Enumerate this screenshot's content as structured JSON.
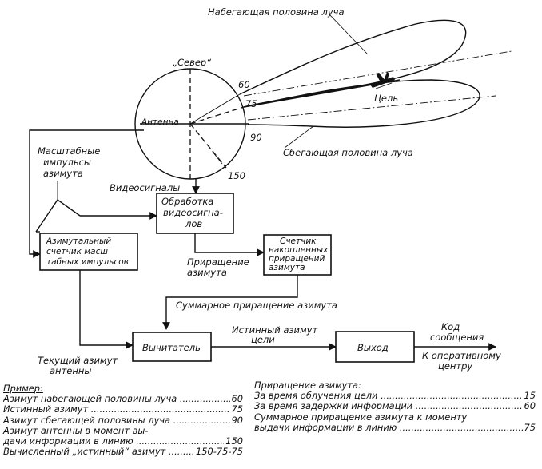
{
  "diagram": {
    "top_beam_label": "Набегающая половина луча",
    "bottom_beam_label": "Сбегающая половина луча",
    "north_label": "„Север“",
    "antenna_label": "Антенна",
    "target_label": "Цель",
    "angle_60": "60",
    "angle_75": "75",
    "angle_90": "90",
    "angle_150": "150",
    "scale_pulses_label": [
      "Масштабные",
      "импульсы",
      "азимута"
    ],
    "video_signals_label": "Видеосигналы",
    "video_processing_box": [
      "Обработка",
      "видеосигна-",
      "лов"
    ],
    "azimuth_counter_box": [
      "Азимутальный",
      "счетчик масш",
      "табных импульсов"
    ],
    "increment_counter_box": [
      "Счетчик",
      "накопленных",
      "приращений",
      "азимута"
    ],
    "azimuth_increment_label": [
      "Приращение",
      "азимута"
    ],
    "total_increment_label": "Суммарное приращение азимута",
    "subtractor_box": "Вычитатель",
    "output_box": "Выход",
    "true_azimuth_label": [
      "Истинный азимут",
      "цели"
    ],
    "current_azimuth_label": [
      "Текущий азимут",
      "антенны"
    ],
    "message_code_label": [
      "Код",
      "сообщения"
    ],
    "to_center_label": [
      "К оперативному",
      "центру"
    ]
  },
  "example": {
    "heading": "Пример:",
    "rows": [
      {
        "text": "Азимут набегающей половины луча",
        "value": "60"
      },
      {
        "text": "Истинный азимут",
        "value": "75"
      },
      {
        "text": "Азимут сбегающей половины луча",
        "value": "90"
      }
    ],
    "antenna_line1": "Азимут антенны в момент вы-",
    "antenna_line2": "дачи информации в линию",
    "antenna_value": "150",
    "computed_text": "Вычисленный „истинный“ азимут",
    "computed_value": "150-75-75"
  },
  "increment": {
    "heading": "Приращение азимута:",
    "rows": [
      {
        "text": "За время облучения цели",
        "value": "15"
      },
      {
        "text": "За время задержки информации",
        "value": "60"
      }
    ],
    "total_line1": "Суммарное приращение азимута к моменту",
    "total_line2": "выдачи информации в линию",
    "total_value": "75"
  }
}
